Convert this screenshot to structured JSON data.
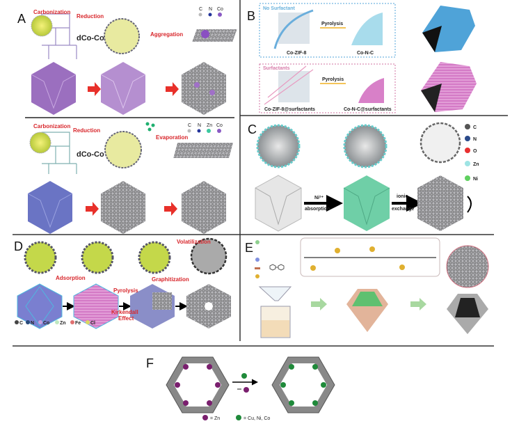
{
  "panels": {
    "A": {
      "label": "A",
      "top": {
        "carbonization": "Carbonization",
        "reduction": "Reduction",
        "distance": "dCo-Co",
        "aggregation": "Aggregation",
        "legend": [
          "C",
          "N",
          "Co"
        ]
      },
      "bottom": {
        "carbonization": "Carbonization",
        "reduction": "Reduction",
        "distance": "dCo-Co",
        "evaporation": "Evaporation",
        "legend": [
          "C",
          "N",
          "Zn",
          "Co"
        ]
      }
    },
    "B": {
      "label": "B",
      "no_surfactant": "No Surfactant",
      "surfactants": "Surfactants",
      "pyrolysis": "Pyrolysis",
      "co_zif8": "Co-ZIF-8",
      "co_n_c": "Co-N-C",
      "co_zif8_surf": "Co-ZIF-8@surfactants",
      "co_n_c_surf": "Co-N-C@surfactants"
    },
    "C": {
      "label": "C",
      "step1_top": "Ni²⁺",
      "step1_bottom": "absorption",
      "step2_top": "ionic",
      "step2_bottom": "exchange",
      "legend": [
        "C",
        "N",
        "O",
        "Zn",
        "Ni"
      ]
    },
    "D": {
      "label": "D",
      "volatilization": "Volatilization",
      "adsorption": "Adsorption",
      "graphitization": "Graphitization",
      "pyrolysis": "Pyrolysis",
      "kirkendall": [
        "Kirkendall",
        "Effect"
      ],
      "legend": [
        "C",
        "N",
        "Co",
        "Zn",
        "Fe",
        "Cl"
      ]
    },
    "E": {
      "label": "E"
    },
    "F": {
      "label": "F",
      "legend_zn": "= Zn",
      "legend_other": "= Cu, Ni, Co"
    }
  },
  "colors": {
    "arrow_red": "#e8302a",
    "label_red": "#d8262b",
    "zn_purple": "#7a1f6e",
    "metal_green": "#1f8a3a",
    "a_top": "#9b6fbf",
    "a_bottom": "#6a74c4",
    "b_top": "#4fa3d8",
    "b_bottom": "#d47ac6",
    "c_green": "#6fcfa7",
    "d_blue": "#7a7fd0",
    "e_peach": "#e2b49a"
  }
}
